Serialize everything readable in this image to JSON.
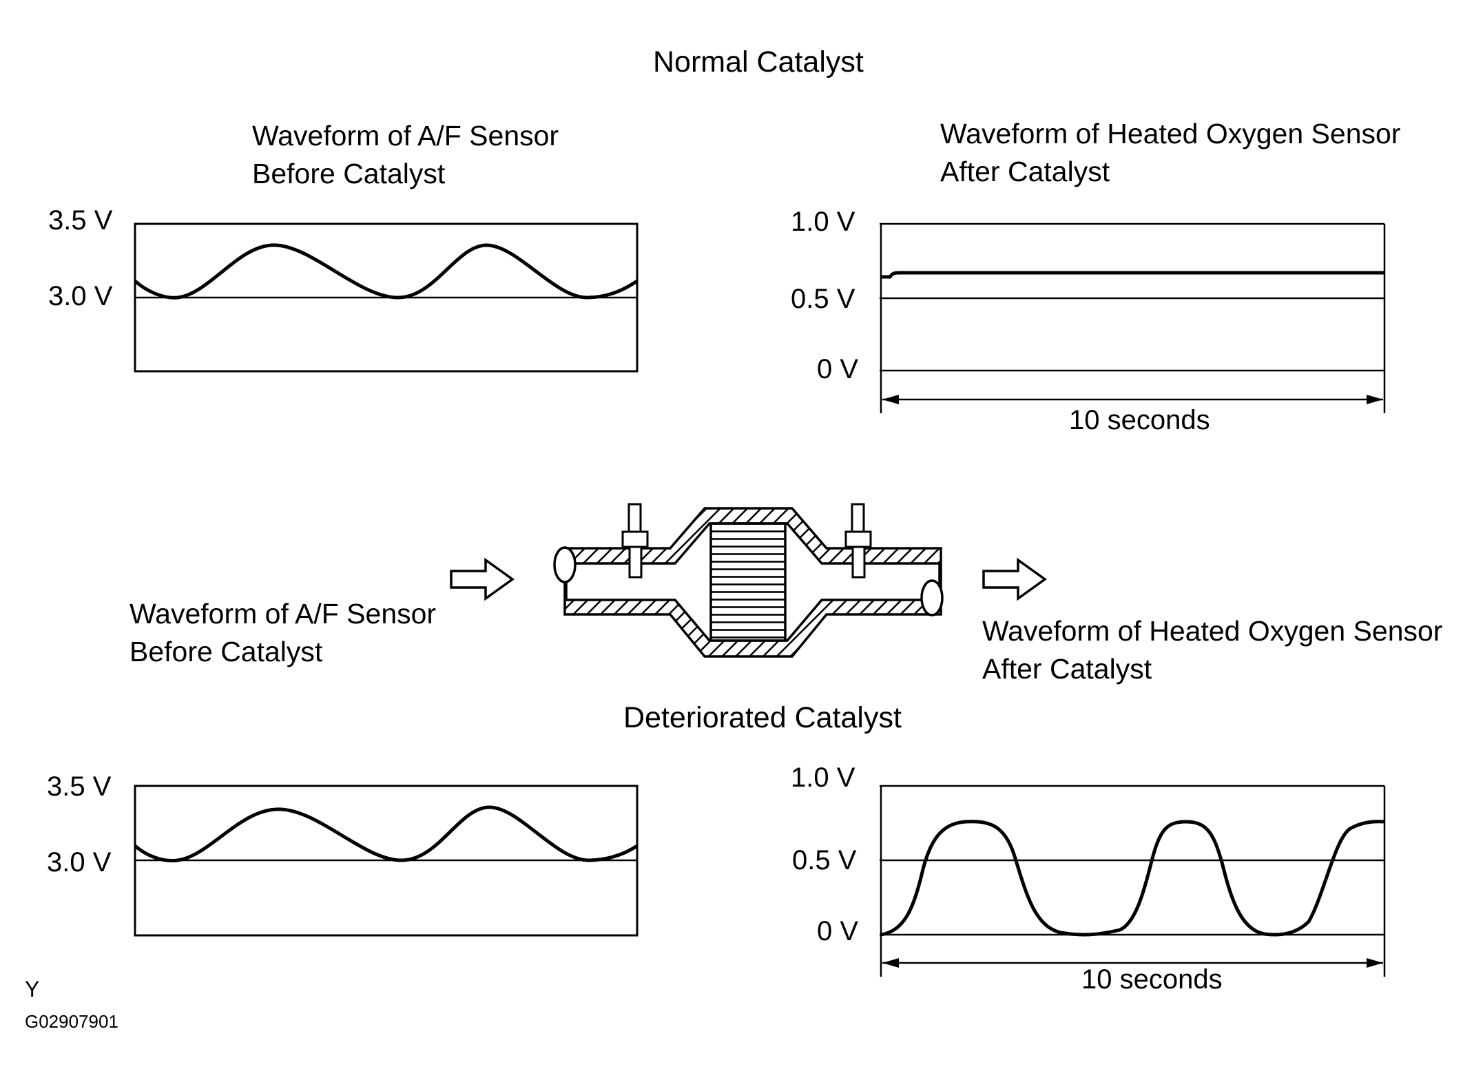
{
  "top_title": "Normal Catalyst",
  "bottom_title": "Deteriorated Catalyst",
  "normal": {
    "af_sensor": {
      "caption_line1": "Waveform of A/F Sensor",
      "caption_line2": "Before Catalyst",
      "tick_high": "3.5 V",
      "tick_mid": "3.0 V"
    },
    "ho2_sensor": {
      "caption_line1": "Waveform of Heated Oxygen Sensor",
      "caption_line2": "After Catalyst",
      "tick_high": "1.0 V",
      "tick_mid": "0.5 V",
      "tick_low": "0 V",
      "time_span": "10 seconds"
    }
  },
  "diagram": {
    "left_caption_line1": "Waveform of A/F Sensor",
    "left_caption_line2": "Before Catalyst",
    "right_caption_line1": "Waveform of Heated Oxygen Sensor",
    "right_caption_line2": "After Catalyst"
  },
  "deteriorated": {
    "af_sensor": {
      "tick_high": "3.5 V",
      "tick_mid": "3.0 V"
    },
    "ho2_sensor": {
      "tick_high": "1.0 V",
      "tick_mid": "0.5 V",
      "tick_low": "0 V",
      "time_span": "10 seconds"
    }
  },
  "figure_code_letter": "Y",
  "figure_id": "G02907901"
}
